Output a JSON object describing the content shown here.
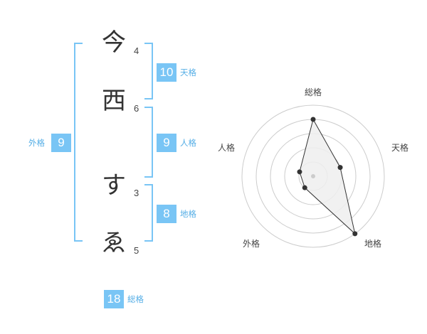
{
  "name": {
    "characters": [
      {
        "char": "今",
        "strokes": "4"
      },
      {
        "char": "西",
        "strokes": "6"
      },
      {
        "char": "す",
        "strokes": "3"
      },
      {
        "char": "ゑ",
        "strokes": "5"
      }
    ]
  },
  "grades": {
    "tenkaku": {
      "value": "10",
      "label": "天格"
    },
    "jinkaku": {
      "value": "9",
      "label": "人格"
    },
    "chikaku": {
      "value": "8",
      "label": "地格"
    },
    "gaikaku": {
      "value": "9",
      "label": "外格"
    },
    "soukaku": {
      "value": "18",
      "label": "総格"
    }
  },
  "radar": {
    "axes": [
      "総格",
      "天格",
      "地格",
      "外格",
      "人格"
    ],
    "levels": [
      4,
      2,
      5,
      1,
      1
    ],
    "ring_count": 5,
    "colors": {
      "grid": "#cccccc",
      "fill": "#eeeeee",
      "line": "#333333",
      "point": "#333333",
      "center": "#cccccc"
    }
  }
}
